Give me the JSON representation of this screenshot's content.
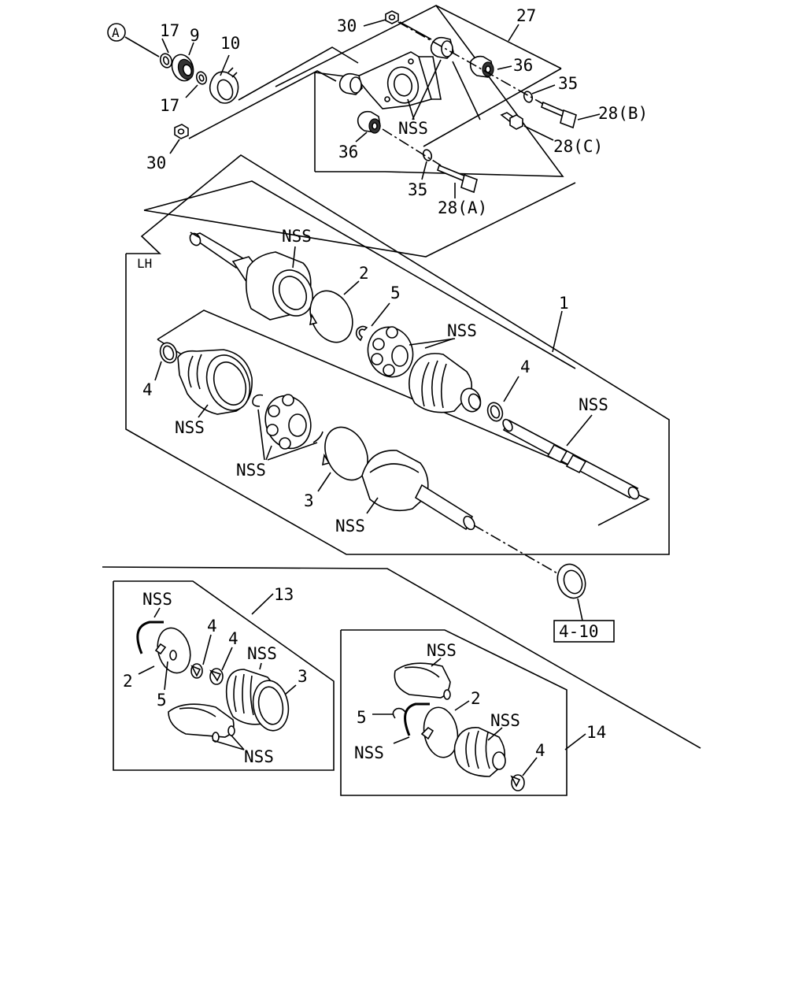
{
  "labels": {
    "circle_a": "A",
    "n17a": "17",
    "n9": "9",
    "n10": "10",
    "n17b": "17",
    "n30a": "30",
    "n30b": "30",
    "n27": "27",
    "n36a": "36",
    "n36b": "36",
    "n35a": "35",
    "n35b": "35",
    "n28b": "28(B)",
    "n28c": "28(C)",
    "n28a": "28(A)",
    "nss_bracket": "NSS",
    "lh": "LH",
    "nss_outer_shaft": "NSS",
    "n2": "2",
    "n5": "5",
    "nss_cage": "NSS",
    "n1": "1",
    "n4a": "4",
    "n4b": "4",
    "nss_inner_shaft": "NSS",
    "nss_boot_l": "NSS",
    "nss_cage_l": "NSS",
    "n3": "3",
    "nss_housing": "NSS",
    "ref_box": "4-10",
    "k13": {
      "nss_top": "NSS",
      "n13": "13",
      "n4a": "4",
      "n4b": "4",
      "nss_boot": "NSS",
      "n2": "2",
      "n3": "3",
      "n5": "5",
      "nss_grease": "NSS"
    },
    "k14": {
      "nss_grease": "NSS",
      "n2": "2",
      "nss_boot": "NSS",
      "n14": "14",
      "n5": "5",
      "nss_ring": "NSS",
      "n4": "4"
    }
  }
}
